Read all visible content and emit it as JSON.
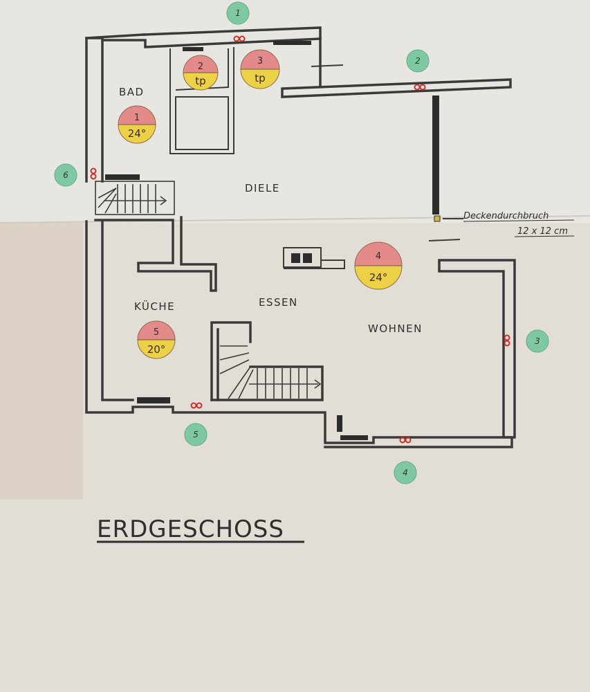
{
  "colors": {
    "paper": "#e6e3dc",
    "paper_shade": "#dcd4c9",
    "heater_top": "#e58a8a",
    "heater_bottom": "#ecd046",
    "sensor_green": "#7ec8a4",
    "outlet_red": "#c8302c"
  },
  "rooms": {
    "bad": "BAD",
    "diele": "DIELE",
    "kueche": "KÜCHE",
    "essen": "ESSEN",
    "wohnen": "WOHNEN"
  },
  "note": {
    "line1": "Deckendurchbruch",
    "line2": "12 x 12 cm"
  },
  "title": "ERDGESCHOSS",
  "heaters": [
    {
      "id": "bad",
      "number": "1",
      "value": "24°"
    },
    {
      "id": "diele-left",
      "number": "2",
      "value": "tp"
    },
    {
      "id": "diele-right",
      "number": "3",
      "value": "tp"
    },
    {
      "id": "wohnen",
      "number": "4",
      "value": "24°"
    },
    {
      "id": "kueche",
      "number": "5",
      "value": "20°"
    }
  ],
  "sensors": [
    "1",
    "2",
    "3",
    "4",
    "5",
    "6"
  ]
}
